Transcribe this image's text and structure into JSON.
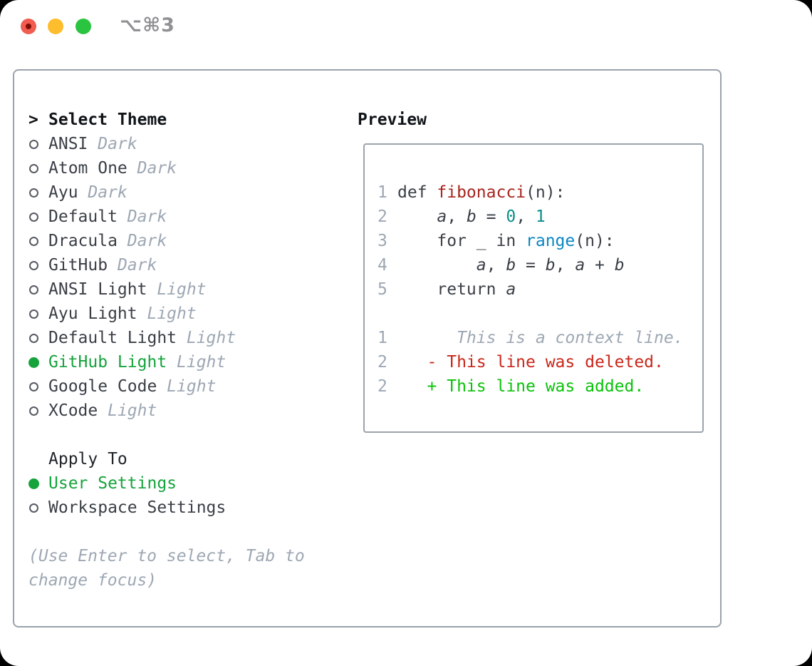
{
  "window": {
    "title": "⌥⌘3"
  },
  "colors": {
    "accent_green": "#16a33c",
    "muted_gray": "#9da7b3",
    "panel_border": "#9aa2ac",
    "function_red": "#a7241d",
    "builtin_blue": "#0b86c2",
    "number_teal": "#0d8d89",
    "deletion_red": "#c8271a",
    "addition_green": "#0bc20b",
    "traffic_red": "#f15b50",
    "traffic_yellow": "#fdbd2d",
    "traffic_green": "#2bc440"
  },
  "theme_picker": {
    "header": {
      "prompt": ">",
      "label": "Select Theme"
    },
    "items": [
      {
        "name": "ANSI",
        "variant": "Dark",
        "selected": false
      },
      {
        "name": "Atom One",
        "variant": "Dark",
        "selected": false
      },
      {
        "name": "Ayu",
        "variant": "Dark",
        "selected": false
      },
      {
        "name": "Default",
        "variant": "Dark",
        "selected": false
      },
      {
        "name": "Dracula",
        "variant": "Dark",
        "selected": false
      },
      {
        "name": "GitHub",
        "variant": "Dark",
        "selected": false
      },
      {
        "name": "ANSI Light",
        "variant": "Light",
        "selected": false
      },
      {
        "name": "Ayu Light",
        "variant": "Light",
        "selected": false
      },
      {
        "name": "Default Light",
        "variant": "Light",
        "selected": false
      },
      {
        "name": "GitHub Light",
        "variant": "Light",
        "selected": true
      },
      {
        "name": "Google Code",
        "variant": "Light",
        "selected": false
      },
      {
        "name": "XCode",
        "variant": "Light",
        "selected": false
      }
    ],
    "apply_to": {
      "header": "Apply To",
      "options": [
        {
          "label": "User Settings",
          "selected": true
        },
        {
          "label": "Workspace Settings",
          "selected": false
        }
      ]
    },
    "help_lines": [
      "(Use Enter to select, Tab to",
      "change focus)"
    ]
  },
  "preview": {
    "title": "Preview",
    "lines": [
      {
        "num": "1",
        "segments": [
          {
            "text": "def ",
            "style": "plain"
          },
          {
            "text": "fibonacci",
            "style": "function"
          },
          {
            "text": "(n):",
            "style": "plain"
          }
        ]
      },
      {
        "num": "2",
        "segments": [
          {
            "text": "    ",
            "style": "plain"
          },
          {
            "text": "a",
            "style": "var"
          },
          {
            "text": ", ",
            "style": "plain"
          },
          {
            "text": "b",
            "style": "var"
          },
          {
            "text": " = ",
            "style": "plain"
          },
          {
            "text": "0",
            "style": "number"
          },
          {
            "text": ", ",
            "style": "plain"
          },
          {
            "text": "1",
            "style": "number"
          }
        ]
      },
      {
        "num": "3",
        "segments": [
          {
            "text": "    for _ in ",
            "style": "plain"
          },
          {
            "text": "range",
            "style": "builtin"
          },
          {
            "text": "(n):",
            "style": "plain"
          }
        ]
      },
      {
        "num": "4",
        "segments": [
          {
            "text": "        ",
            "style": "plain"
          },
          {
            "text": "a",
            "style": "var"
          },
          {
            "text": ", ",
            "style": "plain"
          },
          {
            "text": "b",
            "style": "var"
          },
          {
            "text": " = ",
            "style": "plain"
          },
          {
            "text": "b",
            "style": "var"
          },
          {
            "text": ", ",
            "style": "plain"
          },
          {
            "text": "a",
            "style": "var"
          },
          {
            "text": " + ",
            "style": "plain"
          },
          {
            "text": "b",
            "style": "var"
          }
        ]
      },
      {
        "num": "5",
        "segments": [
          {
            "text": "    return ",
            "style": "plain"
          },
          {
            "text": "a",
            "style": "var"
          }
        ]
      },
      {
        "num": "",
        "segments": []
      },
      {
        "num": "1",
        "segments": [
          {
            "text": "      This is a context line.",
            "style": "context"
          }
        ]
      },
      {
        "num": "2",
        "segments": [
          {
            "text": "   ",
            "style": "plain"
          },
          {
            "text": "- This line was deleted.",
            "style": "deletion"
          }
        ]
      },
      {
        "num": "2",
        "segments": [
          {
            "text": "   ",
            "style": "plain"
          },
          {
            "text": "+ This line was added.",
            "style": "addition"
          }
        ]
      }
    ]
  }
}
